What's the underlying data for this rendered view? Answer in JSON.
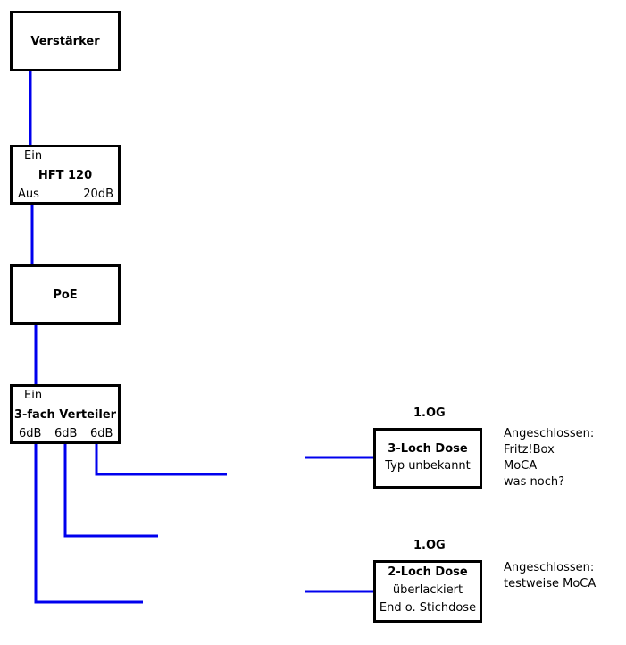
{
  "colors": {
    "wire": "#0000ee",
    "border": "#000000"
  },
  "verstaerker": {
    "label": "Verstärker"
  },
  "hft": {
    "in": "Ein",
    "title": "HFT 120",
    "out": "Aus",
    "gain": "20dB"
  },
  "poe": {
    "label": "PoE"
  },
  "verteiler": {
    "in": "Ein",
    "title": "3-fach Verteiler",
    "outs": [
      "6dB",
      "6dB",
      "6dB"
    ]
  },
  "dose1": {
    "floor": "1.OG",
    "title": "3-Loch Dose",
    "type": "Typ unbekannt",
    "notes": [
      "Angeschlossen:",
      "Fritz!Box",
      "MoCA",
      "was noch?"
    ]
  },
  "dose2": {
    "floor": "1.OG",
    "title": "2-Loch Dose",
    "type": "überlackiert",
    "type2": "End o. Stichdose",
    "notes": [
      "Angeschlossen:",
      "testweise MoCA"
    ]
  }
}
